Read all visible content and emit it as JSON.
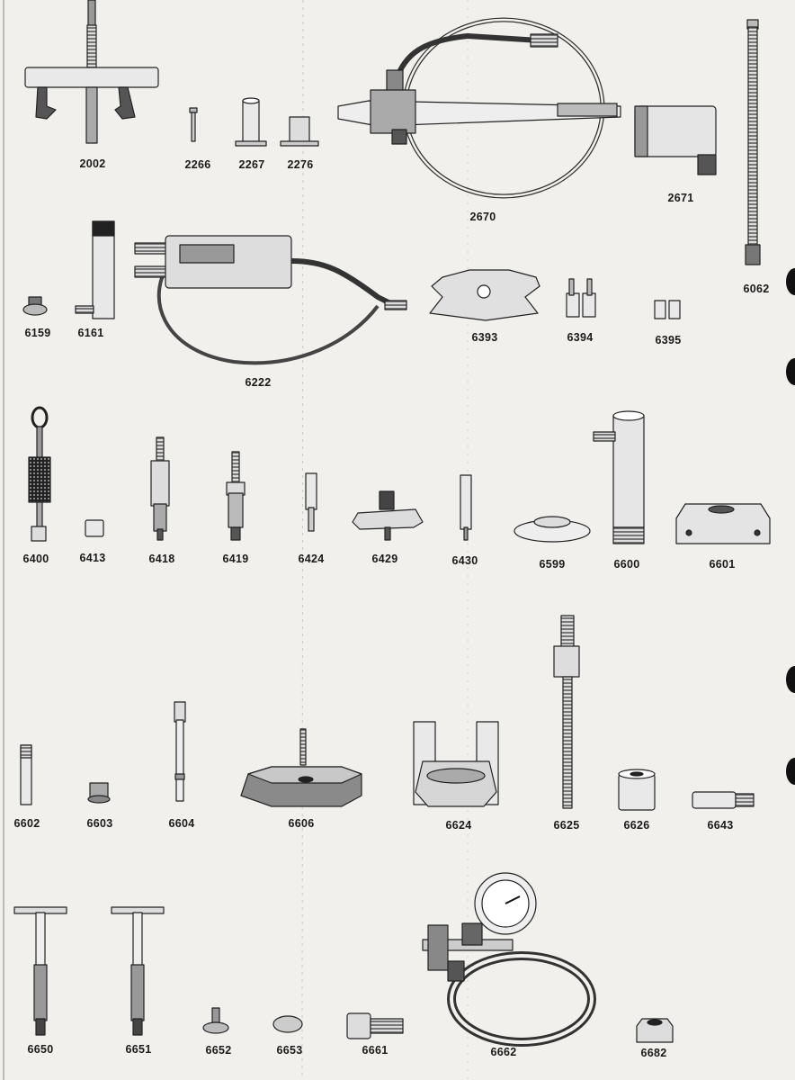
{
  "catalog": {
    "rows": [
      {
        "row": 1,
        "items": [
          {
            "part_no": "2002",
            "tool": "puller-icon"
          },
          {
            "part_no": "2266",
            "tool": "pin-icon"
          },
          {
            "part_no": "2267",
            "tool": "sleeve-icon"
          },
          {
            "part_no": "2276",
            "tool": "cup-icon"
          },
          {
            "part_no": "2670",
            "tool": "hydraulic-hand-pump-icon"
          },
          {
            "part_no": "2671",
            "tool": "hydraulic-cylinder-icon"
          },
          {
            "part_no": "6062",
            "tool": "threaded-rod-icon"
          }
        ]
      },
      {
        "row": 2,
        "items": [
          {
            "part_no": "6159",
            "tool": "nut-icon"
          },
          {
            "part_no": "6161",
            "tool": "cylinder-icon"
          },
          {
            "part_no": "6222",
            "tool": "pressure-tester-icon"
          },
          {
            "part_no": "6393",
            "tool": "plate-icon"
          },
          {
            "part_no": "6394",
            "tool": "pins-pair-icon"
          },
          {
            "part_no": "6395",
            "tool": "bushings-pair-icon"
          }
        ]
      },
      {
        "row": 3,
        "items": [
          {
            "part_no": "6400",
            "tool": "slide-hammer-icon"
          },
          {
            "part_no": "6413",
            "tool": "bushing-icon"
          },
          {
            "part_no": "6418",
            "tool": "extractor-icon"
          },
          {
            "part_no": "6419",
            "tool": "extractor-icon"
          },
          {
            "part_no": "6424",
            "tool": "drift-icon"
          },
          {
            "part_no": "6429",
            "tool": "clamp-icon"
          },
          {
            "part_no": "6430",
            "tool": "drift-icon"
          },
          {
            "part_no": "6599",
            "tool": "disc-icon"
          },
          {
            "part_no": "6600",
            "tool": "tube-icon"
          },
          {
            "part_no": "6601",
            "tool": "block-icon"
          }
        ]
      },
      {
        "row": 4,
        "items": [
          {
            "part_no": "6602",
            "tool": "pin-icon"
          },
          {
            "part_no": "6603",
            "tool": "nut-icon"
          },
          {
            "part_no": "6604",
            "tool": "bolt-icon"
          },
          {
            "part_no": "6606",
            "tool": "plate-icon"
          },
          {
            "part_no": "6624",
            "tool": "bracket-icon"
          },
          {
            "part_no": "6625",
            "tool": "threaded-rod-icon"
          },
          {
            "part_no": "6626",
            "tool": "bushing-icon"
          },
          {
            "part_no": "6643",
            "tool": "adapter-icon"
          }
        ]
      },
      {
        "row": 5,
        "items": [
          {
            "part_no": "6650",
            "tool": "t-handle-icon"
          },
          {
            "part_no": "6651",
            "tool": "t-handle-icon"
          },
          {
            "part_no": "6652",
            "tool": "valve-icon"
          },
          {
            "part_no": "6653",
            "tool": "disc-icon"
          },
          {
            "part_no": "6661",
            "tool": "adapter-icon"
          },
          {
            "part_no": "6662",
            "tool": "pressure-gauge-icon"
          },
          {
            "part_no": "6682",
            "tool": "socket-icon"
          }
        ]
      }
    ]
  }
}
